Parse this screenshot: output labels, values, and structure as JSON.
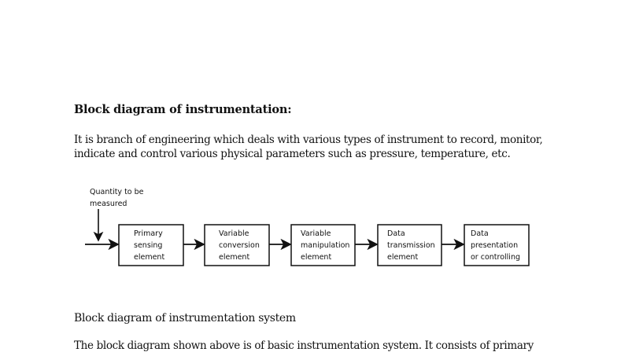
{
  "heading": "Block diagram of instrumentation:",
  "intro": {
    "line1": "It is branch of engineering which deals with various types of instrument to record, monitor,",
    "line2": "indicate and control various physical parameters such as pressure, temperature, etc."
  },
  "diagram": {
    "input_label": [
      "Quantity to be",
      "measured"
    ],
    "blocks": [
      {
        "lines": [
          "Primary",
          "sensing",
          "element"
        ]
      },
      {
        "lines": [
          "Variable",
          "conversion",
          "element"
        ]
      },
      {
        "lines": [
          "Variable",
          "manipulation",
          "element"
        ]
      },
      {
        "lines": [
          "Data",
          "transmission",
          "element"
        ]
      },
      {
        "lines": [
          "Data",
          "presentation",
          "or controlling"
        ]
      }
    ]
  },
  "caption": "Block diagram of instrumentation system",
  "body_partial": "The block diagram shown above is of basic instrumentation system. It consists of primary"
}
